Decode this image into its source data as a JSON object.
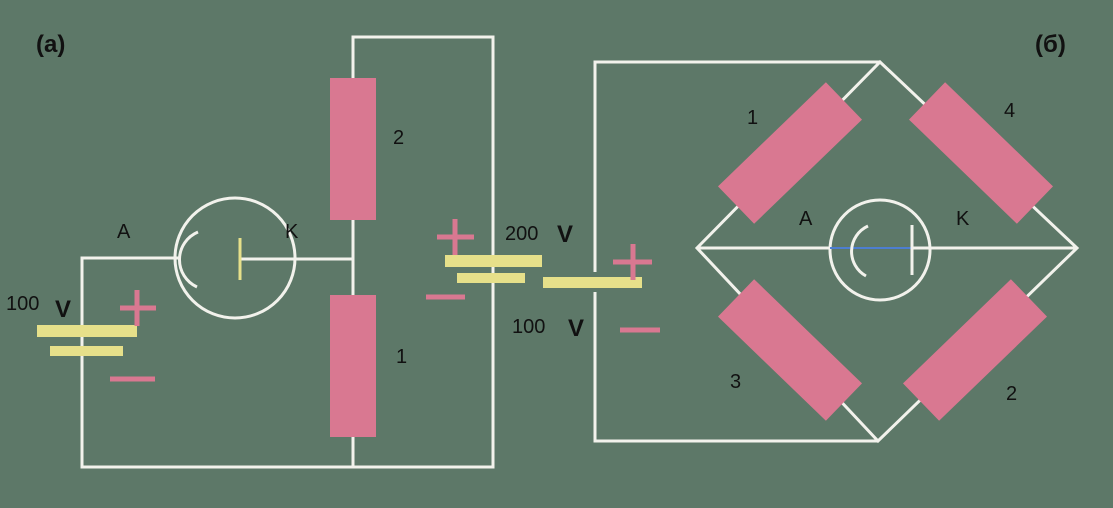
{
  "labels": {
    "panel_a": "(а)",
    "panel_b": "(б)",
    "a_anode": "A",
    "a_cathode": "K",
    "a_battery_voltage": "100",
    "a_battery_unit": "V",
    "a_resistor_top": "2",
    "a_resistor_bottom": "1",
    "mid_battery_voltage": "200",
    "mid_battery_unit": "V",
    "b_battery_voltage": "100",
    "b_battery_unit": "V",
    "b_resistor_1": "1",
    "b_resistor_2": "2",
    "b_resistor_3": "3",
    "b_resistor_4": "4",
    "b_anode": "A",
    "b_cathode": "K"
  },
  "colors": {
    "background": "#5d7868",
    "resistor": "#d97891",
    "battery": "#e6e08a",
    "wire": "#f2f2ec"
  }
}
